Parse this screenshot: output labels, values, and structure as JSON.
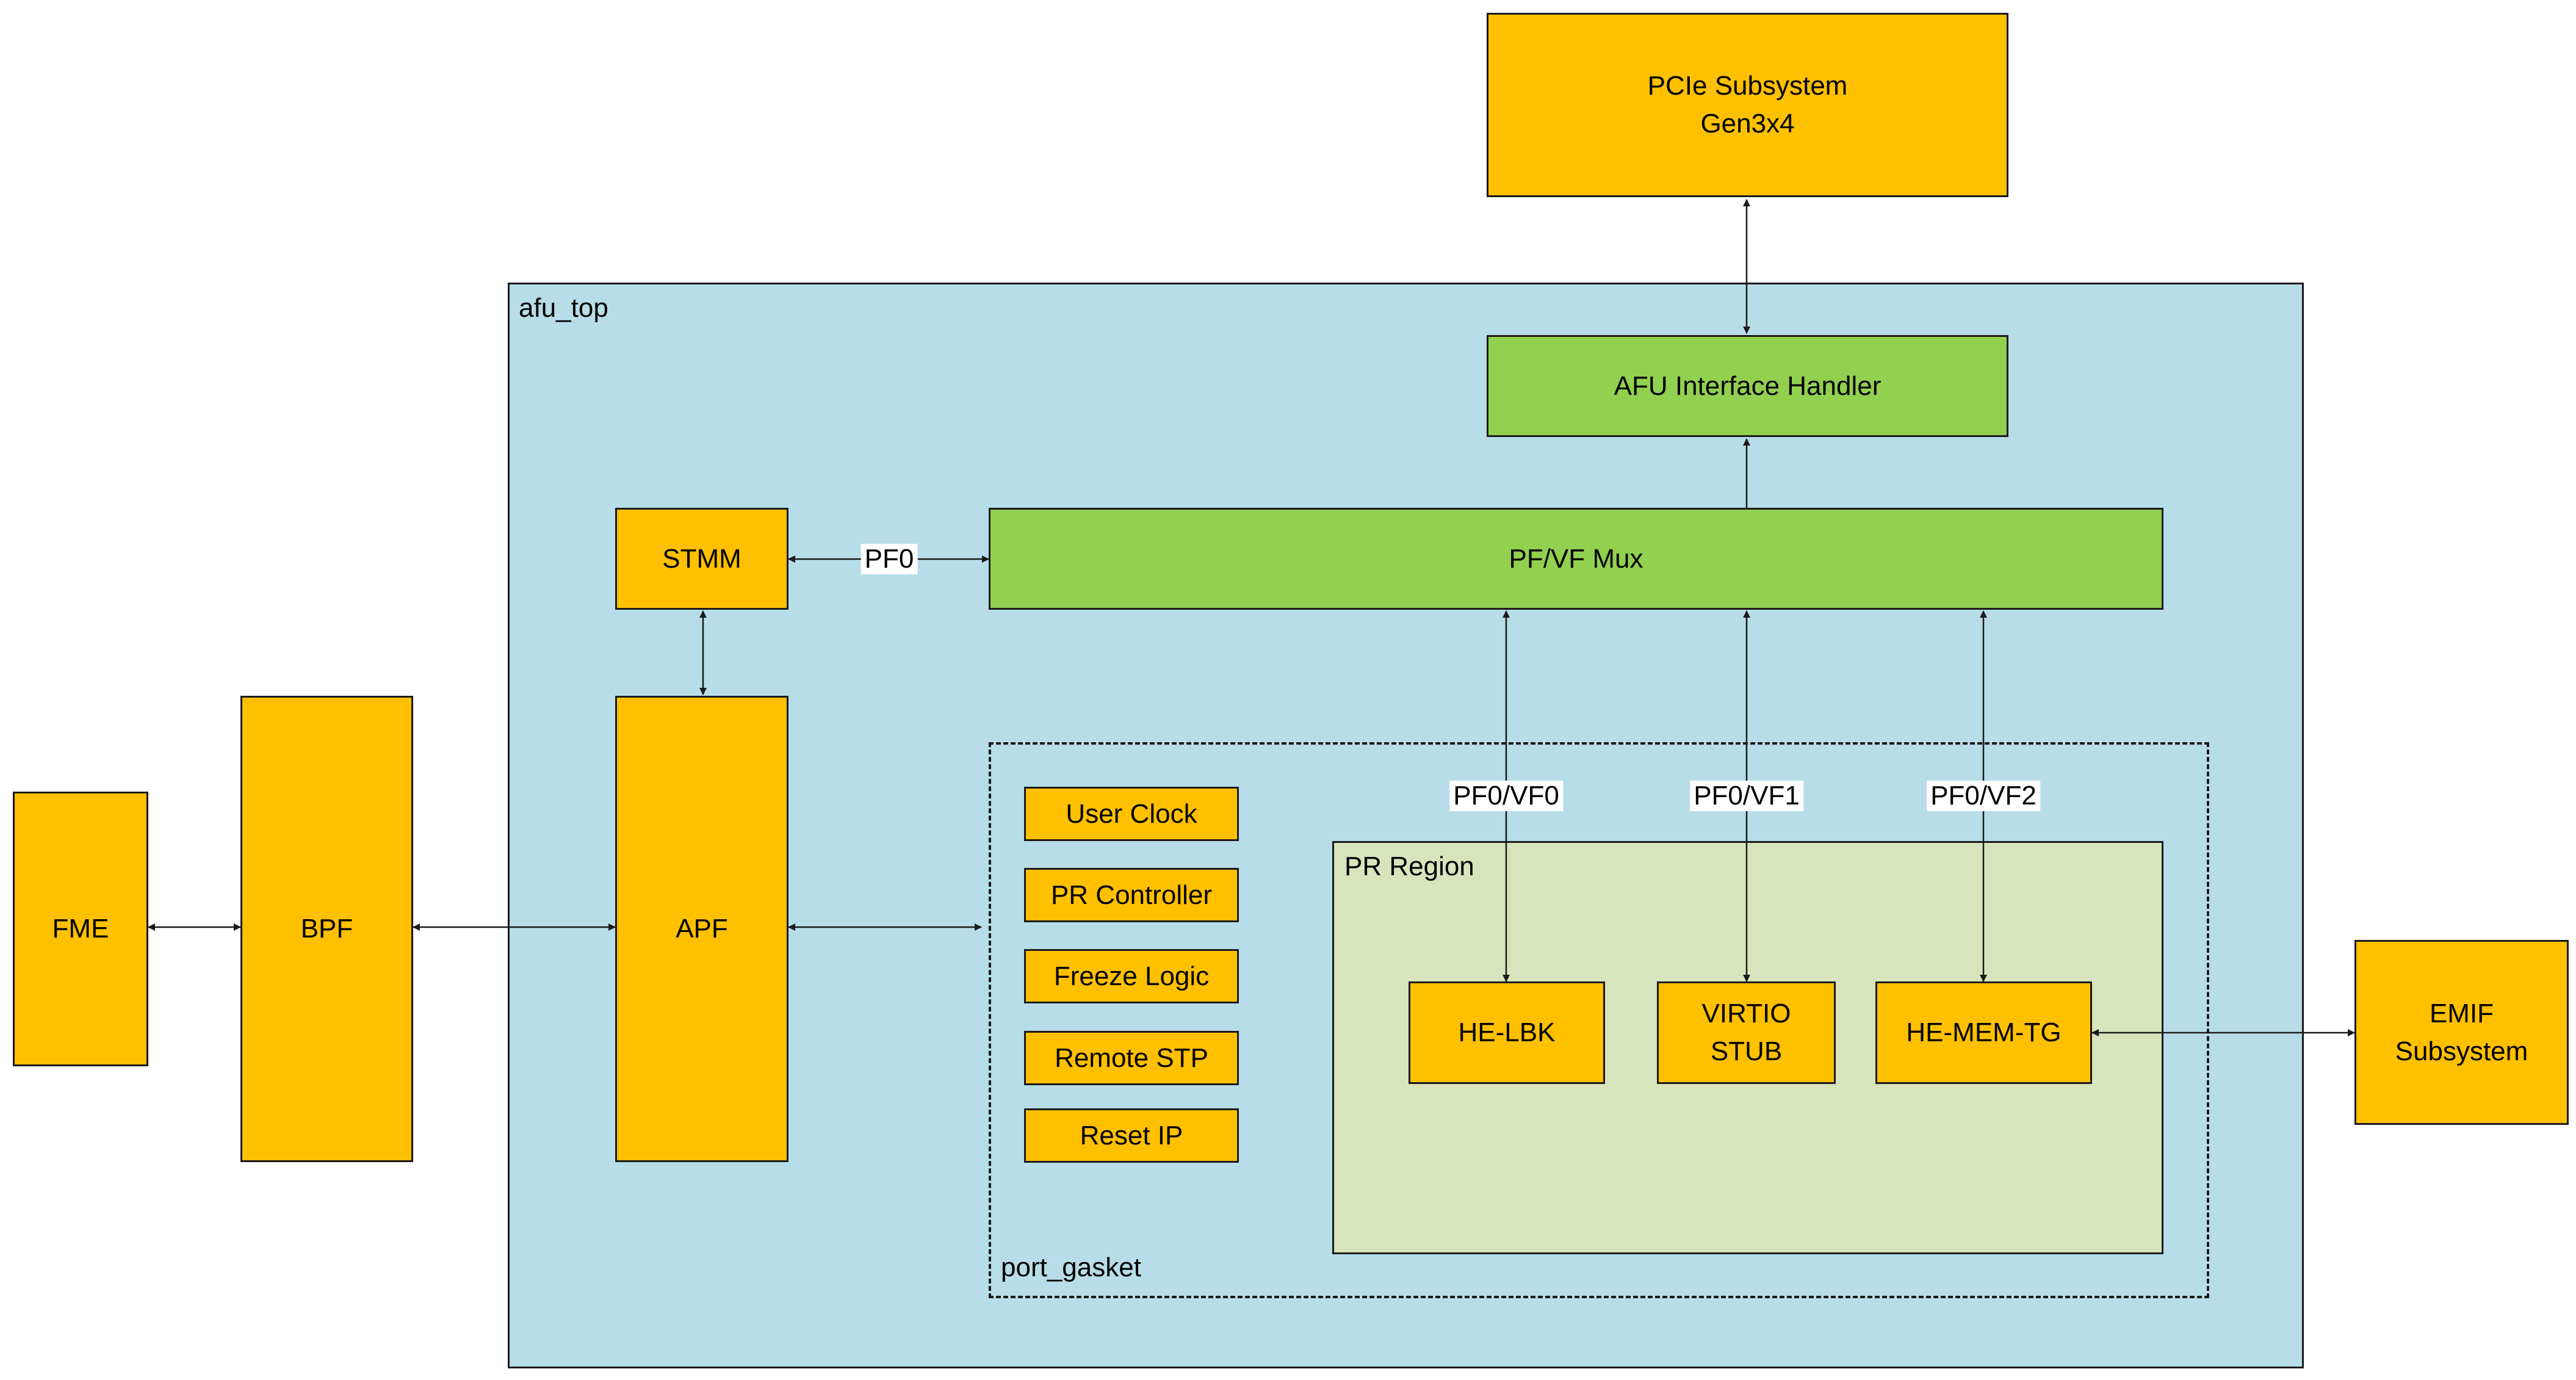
{
  "regions": {
    "afu_top": "afu_top",
    "port_gasket": "port_gasket",
    "pr_region": "PR Region"
  },
  "blocks": {
    "pcie": "PCIe Subsystem\nGen3x4",
    "afu_handler": "AFU Interface Handler",
    "pfvf_mux": "PF/VF Mux",
    "stmm": "STMM",
    "apf": "APF",
    "bpf": "BPF",
    "fme": "FME",
    "user_clock": "User Clock",
    "pr_controller": "PR Controller",
    "freeze_logic": "Freeze Logic",
    "remote_stp": "Remote STP",
    "reset_ip": "Reset IP",
    "he_lbk": "HE-LBK",
    "virtio_stub": "VIRTIO\nSTUB",
    "he_mem_tg": "HE-MEM-TG",
    "emif": "EMIF\nSubsystem"
  },
  "links": {
    "stmm_mux": "PF0",
    "vf0": "PF0/VF0",
    "vf1": "PF0/VF1",
    "vf2": "PF0/VF2"
  },
  "colors": {
    "orange_block": "#ffc000",
    "green_block": "#92d050",
    "afu_top_fill": "#b7dde8",
    "pr_region_fill": "#d8e4bc"
  }
}
